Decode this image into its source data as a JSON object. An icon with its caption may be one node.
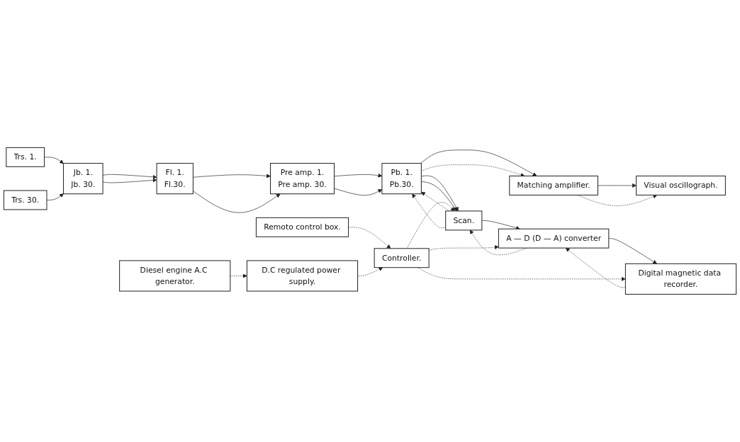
{
  "diagram": {
    "nodes": [
      {
        "text": [
          "Trs. 1."
        ]
      },
      {
        "text": [
          "Trs. 30."
        ]
      },
      {
        "text": [
          "Jb. 1.",
          "Jb. 30."
        ]
      },
      {
        "text": [
          "Fl. 1.",
          "Fl.30."
        ]
      },
      {
        "text": [
          "Pre amp. 1.",
          "Pre amp. 30."
        ]
      },
      {
        "text": [
          "Pb. 1.",
          "Pb.30."
        ]
      },
      {
        "text": [
          "Scan."
        ]
      },
      {
        "text": [
          "A — D (D — A) converter"
        ]
      },
      {
        "text": [
          "Digital magnetic data recorder."
        ]
      },
      {
        "text": [
          "Matching amplifier."
        ]
      },
      {
        "text": [
          "Controller."
        ]
      },
      {
        "text": [
          "Remoto control box."
        ]
      },
      {
        "text": [
          "Visual oscillograph."
        ]
      },
      {
        "text": [
          "D.C regulated power supply."
        ]
      },
      {
        "text": [
          "Diesel engine A.C generator."
        ]
      }
    ],
    "edges": [
      {
        "from": 0,
        "to": 2,
        "arrow": "to"
      },
      {
        "from": 1,
        "to": 2,
        "arrow": "to"
      },
      {
        "from": 2,
        "to": 3,
        "arrow": "to"
      },
      {
        "from": 2,
        "to": 3,
        "arrow": "to"
      },
      {
        "from": 3,
        "to": 4,
        "arrow": "to"
      },
      {
        "from": 3,
        "to": 4,
        "arrow": "to"
      },
      {
        "from": 4,
        "to": 5,
        "arrow": "to"
      },
      {
        "from": 4,
        "to": 5,
        "arrow": "to"
      },
      {
        "from": 5,
        "to": 6,
        "arrow": "to"
      },
      {
        "from": 6,
        "to": 5,
        "arrow": "to",
        "style": "dashed"
      },
      {
        "from": 6,
        "to": 5,
        "arrow": "to",
        "style": "dashed"
      },
      {
        "from": 5,
        "to": 6,
        "arrow": "to"
      },
      {
        "from": 6,
        "to": 7,
        "arrow": "to"
      },
      {
        "from": 7,
        "to": 6,
        "arrow": "to",
        "style": "dashed"
      },
      {
        "from": 5,
        "to": 9,
        "arrow": "to"
      },
      {
        "from": 5,
        "to": 9,
        "arrow": "to",
        "style": "dashed"
      },
      {
        "from": 8,
        "to": 7,
        "arrow": "to",
        "style": "dashed"
      },
      {
        "from": 7,
        "to": 8,
        "arrow": "to"
      },
      {
        "from": 9,
        "to": 12,
        "arrow": "to"
      },
      {
        "from": 9,
        "to": 12,
        "arrow": "to",
        "style": "dashed"
      },
      {
        "from": 10,
        "to": 7,
        "arrow": "to",
        "style": "dashed"
      },
      {
        "from": 10,
        "to": 8,
        "arrow": "to",
        "style": "dashed"
      },
      {
        "from": 10,
        "to": 6,
        "arrow": "to",
        "style": "dashed"
      },
      {
        "from": 11,
        "to": 10,
        "arrow": "to",
        "style": "dashed"
      },
      {
        "from": 13,
        "to": 10,
        "arrow": "to",
        "style": "dashed"
      },
      {
        "from": 14,
        "to": 13,
        "arrow": "to",
        "style": "dashed"
      }
    ]
  }
}
